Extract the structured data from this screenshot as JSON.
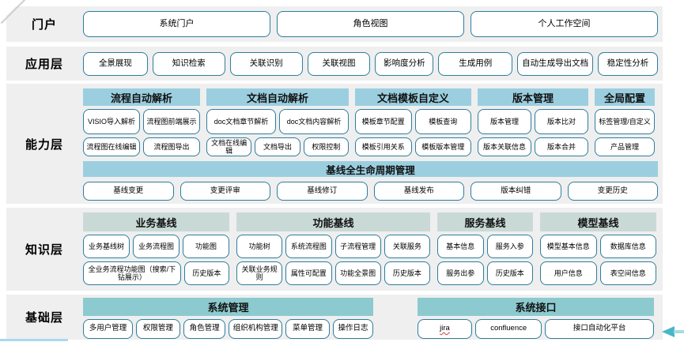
{
  "colors": {
    "band_background": "#efefef",
    "capability_header": "#9bcfe0",
    "knowledge_header": "#c9dad6",
    "foundation_header": "#8ccacf",
    "chip_border": "#2e7d9c",
    "arrow_teal": "#49b6c6"
  },
  "layers": {
    "portal": {
      "label": "门户",
      "items": [
        "系统门户",
        "角色视图",
        "个人工作空间"
      ]
    },
    "application": {
      "label": "应用层",
      "items": [
        "全景展现",
        "知识检索",
        "关联识别",
        "关联视图",
        "影响度分析",
        "生成用例",
        "自动生成导出文档",
        "稳定性分析"
      ]
    },
    "capability": {
      "label": "能力层",
      "groups": [
        {
          "title": "流程自动解析",
          "rows": [
            [
              "VISIO导入解析",
              "流程图前端展示"
            ],
            [
              "流程图在线编辑",
              "流程图导出"
            ]
          ]
        },
        {
          "title": "文档自动解析",
          "rows": [
            [
              "doc文档章节解析",
              "doc文档内容解析"
            ],
            [
              "文档在线编辑",
              "文档导出",
              "权限控制"
            ]
          ]
        },
        {
          "title": "文档模板自定义",
          "rows": [
            [
              "模板章节配置",
              "模板查询"
            ],
            [
              "模板引用关系",
              "模板版本管理"
            ]
          ]
        },
        {
          "title": "版本管理",
          "rows": [
            [
              "版本管理",
              "版本比对"
            ],
            [
              "版本关联信息",
              "版本合并"
            ]
          ]
        },
        {
          "title": "全局配置",
          "rows": [
            [
              "标签管理/自定义"
            ],
            [
              "产品管理"
            ]
          ]
        }
      ],
      "baseline": {
        "title": "基线全生命周期管理",
        "items": [
          "基线变更",
          "变更评审",
          "基线修订",
          "基线发布",
          "版本纠错",
          "变更历史"
        ]
      }
    },
    "knowledge": {
      "label": "知识层",
      "groups": [
        {
          "title": "业务基线",
          "rows": [
            [
              "业务基线树",
              "业务流程图",
              "功能图"
            ],
            [
              "全业务流程功能图（搜索/下钻展示）",
              "历史版本"
            ]
          ]
        },
        {
          "title": "功能基线",
          "rows": [
            [
              "功能树",
              "系统流程图",
              "子流程管理",
              "关联服务"
            ],
            [
              "关联业务规则",
              "属性可配置",
              "功能全景图",
              "历史版本"
            ]
          ]
        },
        {
          "title": "服务基线",
          "rows": [
            [
              "基本信息",
              "服务入参"
            ],
            [
              "服务出参",
              "历史版本"
            ]
          ]
        },
        {
          "title": "模型基线",
          "rows": [
            [
              "模型基本信息",
              "数据库信息"
            ],
            [
              "用户信息",
              "表空间信息"
            ]
          ]
        }
      ]
    },
    "foundation": {
      "label": "基础层",
      "groups": [
        {
          "title": "系统管理",
          "items": [
            "多用户管理",
            "权限管理",
            "角色管理",
            "组织机构管理",
            "菜单管理",
            "操作日志"
          ]
        },
        {
          "title": "系统接口",
          "items": [
            "jira",
            "confluence",
            "接口自动化平台"
          ]
        }
      ]
    }
  }
}
